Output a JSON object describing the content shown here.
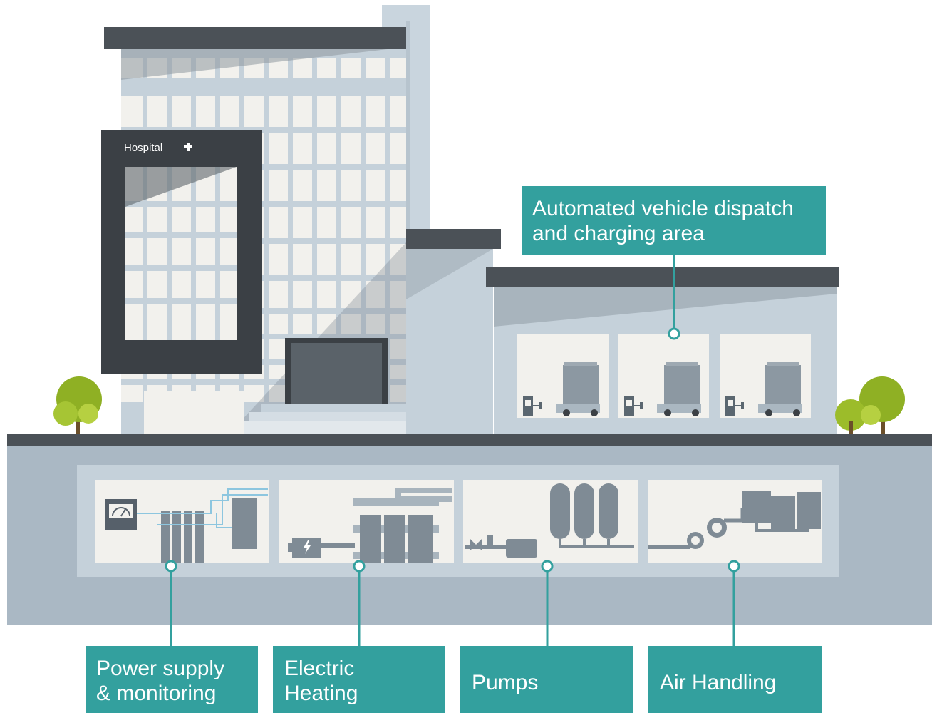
{
  "building": {
    "sign_text": "Hospital",
    "sign_icon": "plus-icon"
  },
  "labels": {
    "dispatch": [
      "Automated vehicle dispatch",
      "and charging area"
    ],
    "power": [
      "Power supply",
      "& monitoring"
    ],
    "heating": [
      "Electric",
      "Heating"
    ],
    "pumps": [
      "Pumps"
    ],
    "air": [
      "Air Handling"
    ]
  },
  "colors": {
    "accent": "#33a09e",
    "dark": "#3b4045",
    "facade": "#c5d1da",
    "basement": "#aab8c4",
    "equipment": "#7f8b95",
    "tree": "#9cbc2a"
  }
}
